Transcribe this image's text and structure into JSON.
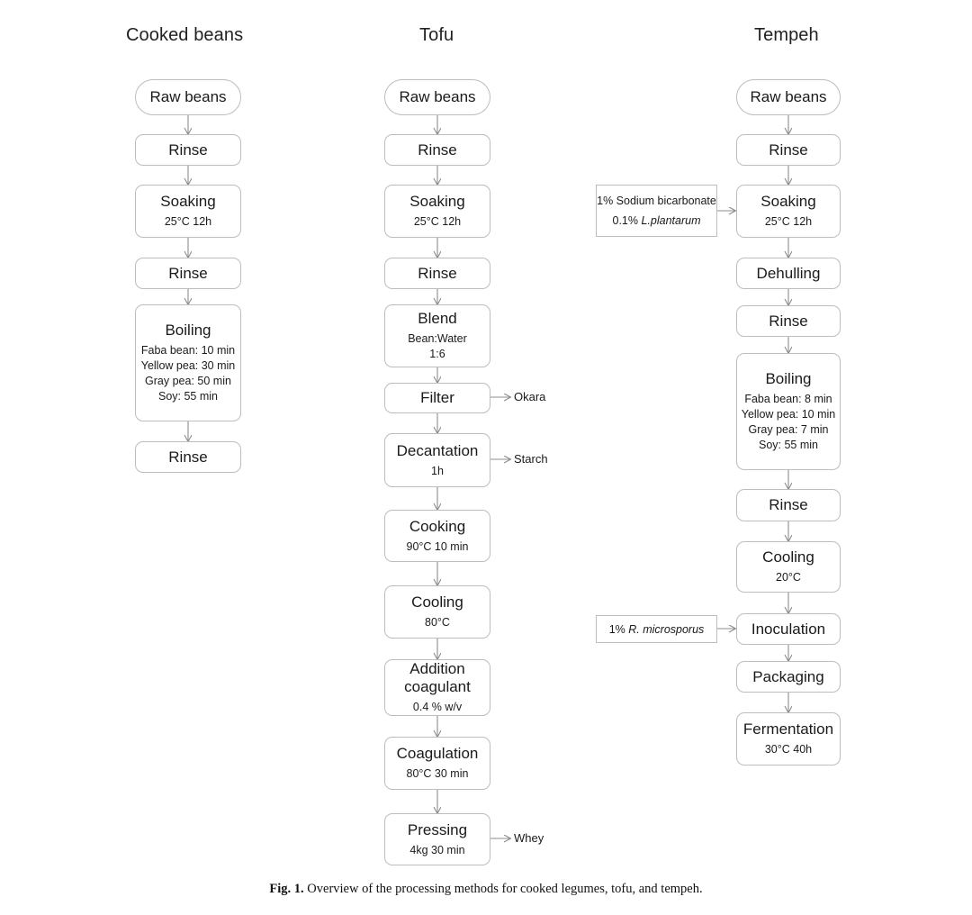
{
  "figure": {
    "caption_label": "Fig. 1.",
    "caption_text": "Overview of the processing methods for cooked legumes, tofu, and tempeh.",
    "border_color": "#bdbdbd",
    "arrow_color": "#8c8c8c",
    "text_color": "#1a1a1a",
    "background": "#ffffff"
  },
  "columns": [
    {
      "id": "cooked-beans",
      "header": "Cooked beans",
      "nodes": [
        {
          "id": "raw-beans",
          "shape": "pill",
          "title": "Raw beans",
          "sub": []
        },
        {
          "id": "rinse-1",
          "shape": "round",
          "title": "Rinse",
          "sub": []
        },
        {
          "id": "soaking",
          "shape": "round",
          "title": "Soaking",
          "sub": [
            "25°C 12h"
          ]
        },
        {
          "id": "rinse-2",
          "shape": "round",
          "title": "Rinse",
          "sub": []
        },
        {
          "id": "boiling",
          "shape": "round",
          "title": "Boiling",
          "sub": [
            "Faba bean: 10 min",
            "Yellow pea: 30 min",
            "Gray pea: 50 min",
            "Soy: 55 min"
          ]
        },
        {
          "id": "rinse-3",
          "shape": "round",
          "title": "Rinse",
          "sub": []
        }
      ]
    },
    {
      "id": "tofu",
      "header": "Tofu",
      "nodes": [
        {
          "id": "raw-beans",
          "shape": "pill",
          "title": "Raw beans",
          "sub": []
        },
        {
          "id": "rinse-1",
          "shape": "round",
          "title": "Rinse",
          "sub": []
        },
        {
          "id": "soaking",
          "shape": "round",
          "title": "Soaking",
          "sub": [
            "25°C 12h"
          ]
        },
        {
          "id": "rinse-2",
          "shape": "round",
          "title": "Rinse",
          "sub": []
        },
        {
          "id": "blend",
          "shape": "round",
          "title": "Blend",
          "sub": [
            "Bean:Water",
            "1:6"
          ]
        },
        {
          "id": "filter",
          "shape": "round",
          "title": "Filter",
          "sub": [],
          "branch": "Okara"
        },
        {
          "id": "decantation",
          "shape": "round",
          "title": "Decantation",
          "sub": [
            "1h"
          ],
          "branch": "Starch"
        },
        {
          "id": "cooking",
          "shape": "round",
          "title": "Cooking",
          "sub": [
            "90°C 10 min"
          ]
        },
        {
          "id": "cooling",
          "shape": "round",
          "title": "Cooling",
          "sub": [
            "80°C"
          ]
        },
        {
          "id": "addition-coagulant",
          "shape": "round",
          "title": "Addition coagulant",
          "sub": [
            "0.4 % w/v"
          ]
        },
        {
          "id": "coagulation",
          "shape": "round",
          "title": "Coagulation",
          "sub": [
            "80°C 30 min"
          ]
        },
        {
          "id": "pressing",
          "shape": "round",
          "title": "Pressing",
          "sub": [
            "4kg 30 min"
          ],
          "branch": "Whey"
        }
      ]
    },
    {
      "id": "tempeh",
      "header": "Tempeh",
      "nodes": [
        {
          "id": "raw-beans",
          "shape": "pill",
          "title": "Raw beans",
          "sub": []
        },
        {
          "id": "rinse-1",
          "shape": "round",
          "title": "Rinse",
          "sub": []
        },
        {
          "id": "soaking",
          "shape": "round",
          "title": "Soaking",
          "sub": [
            "25°C 12h"
          ]
        },
        {
          "id": "dehulling",
          "shape": "round",
          "title": "Dehulling",
          "sub": []
        },
        {
          "id": "rinse-2",
          "shape": "round",
          "title": "Rinse",
          "sub": []
        },
        {
          "id": "boiling",
          "shape": "round",
          "title": "Boiling",
          "sub": [
            "Faba bean: 8 min",
            "Yellow pea: 10 min",
            "Gray pea: 7 min",
            "Soy: 55 min"
          ]
        },
        {
          "id": "rinse-3",
          "shape": "round",
          "title": "Rinse",
          "sub": []
        },
        {
          "id": "cooling",
          "shape": "round",
          "title": "Cooling",
          "sub": [
            "20°C"
          ]
        },
        {
          "id": "inoculation",
          "shape": "round",
          "title": "Inoculation",
          "sub": []
        },
        {
          "id": "packaging",
          "shape": "round",
          "title": "Packaging",
          "sub": []
        },
        {
          "id": "fermentation",
          "shape": "round",
          "title": "Fermentation",
          "sub": [
            "30°C 40h"
          ]
        }
      ]
    }
  ],
  "side_inputs": [
    {
      "id": "soaking-additives",
      "target": "tempeh-soaking",
      "lines": [
        "1% Sodium bicarbonate",
        "0.1% L.plantarum"
      ],
      "italic_parts": [
        "L.plantarum"
      ]
    },
    {
      "id": "inoculum",
      "target": "tempeh-inoculation",
      "lines": [
        "1% R. microsporus"
      ],
      "italic_parts": [
        "R. microsporus"
      ]
    }
  ],
  "side_input_text": {
    "bicarbonate_line1": "1% Sodium bicarbonate",
    "bicarbonate_line2_prefix": "0.1% ",
    "bicarbonate_line2_italic": "L.plantarum",
    "inoculum_prefix": "1% ",
    "inoculum_italic": "R. microsporus"
  },
  "branch_labels": {
    "okara": "Okara",
    "starch": "Starch",
    "whey": "Whey"
  }
}
